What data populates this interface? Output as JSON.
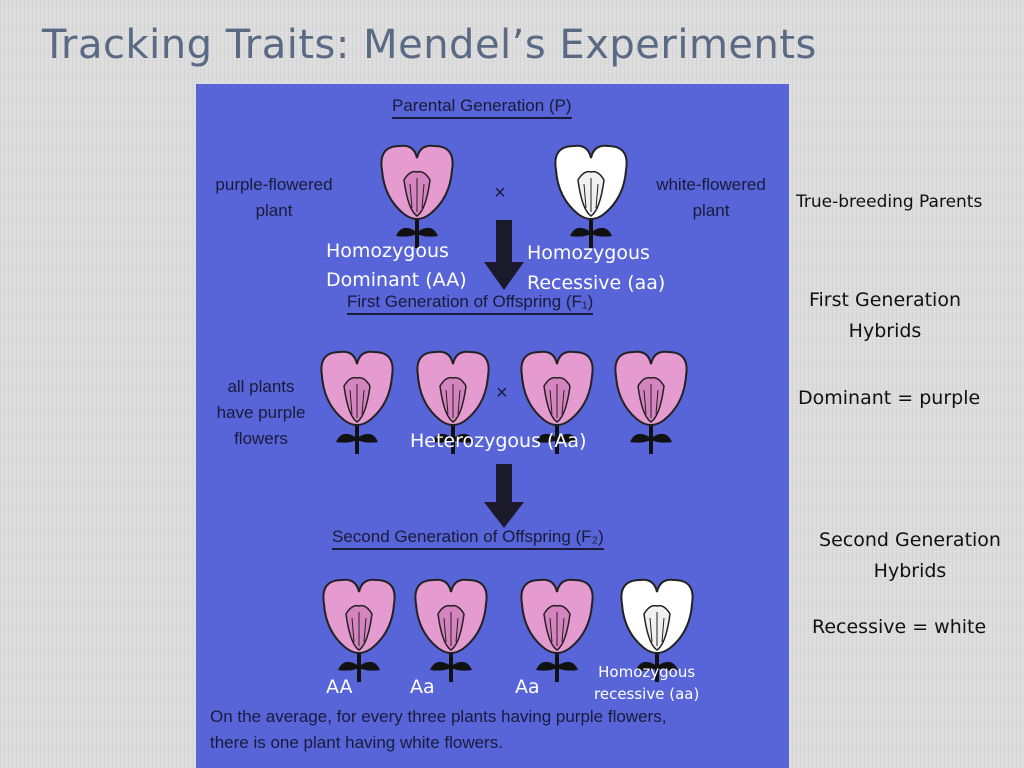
{
  "slide": {
    "title": "Tracking Traits:  Mendel’s Experiments"
  },
  "diagram": {
    "parental_heading": "Parental Generation (P)",
    "left_parent_label_1": "purple-flowered",
    "left_parent_label_2": "plant",
    "right_parent_label_1": "white-flowered",
    "right_parent_label_2": "plant",
    "cross_symbol": "×",
    "f1_heading": "First Generation of Offspring (F₁)",
    "f1_label_1": "all plants",
    "f1_label_2": "have purple",
    "f1_label_3": "flowers",
    "f2_heading": "Second Generation of Offspring (F₂)",
    "footer_line_1": "On the average, for every three plants having purple flowers,",
    "footer_line_2": "there is one plant having white flowers.",
    "colors": {
      "panel": "#5765d8",
      "purple_flower": "#e59bd0",
      "white_flower": "#ffffff"
    }
  },
  "overlays": {
    "homozygous_dominant_1": "Homozygous",
    "homozygous_dominant_2": "Dominant  (AA)",
    "homozygous_recessive_1": "Homozygous",
    "homozygous_recessive_2": "Recessive  (aa)",
    "heterozygous": "Heterozygous  (Aa)",
    "f2_genotypes": [
      "AA",
      "Aa",
      "Aa"
    ],
    "f2_recessive_1": "Homozygous",
    "f2_recessive_2": "recessive (aa)"
  },
  "notes": {
    "true_breeding": "True-breeding Parents",
    "first_gen_1": "First Generation",
    "first_gen_2": "Hybrids",
    "dominant": "Dominant = purple",
    "second_gen_1": "Second Generation",
    "second_gen_2": "Hybrids",
    "recessive": "Recessive = white"
  }
}
